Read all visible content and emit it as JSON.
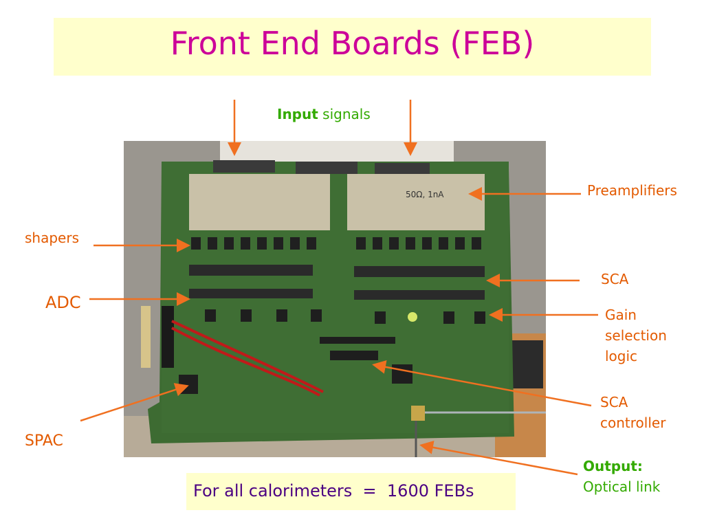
{
  "title": "Front End Boards (FEB)",
  "input": {
    "bold": "Input",
    "rest": " signals"
  },
  "labels": {
    "preamplifiers": "Preamplifiers",
    "shapers": "shapers",
    "sca": "SCA",
    "adc": "ADC",
    "gain_line1": "Gain",
    "gain_line2": "selection",
    "gain_line3": "logic",
    "sca_ctrl_line1": "SCA",
    "sca_ctrl_line2": "controller",
    "spac": "SPAC",
    "output_bold": "Output:",
    "output_rest": "Optical link"
  },
  "board_note": "50Ω, 1nA",
  "footer": "For all calorimeters  =  1600 FEBs",
  "colors": {
    "title": "#cc0099",
    "label_orange": "#e35a00",
    "label_green": "#33aa00",
    "footer_text": "#4b0082",
    "box_bg": "#ffffcc",
    "arrow": "#f07020"
  }
}
